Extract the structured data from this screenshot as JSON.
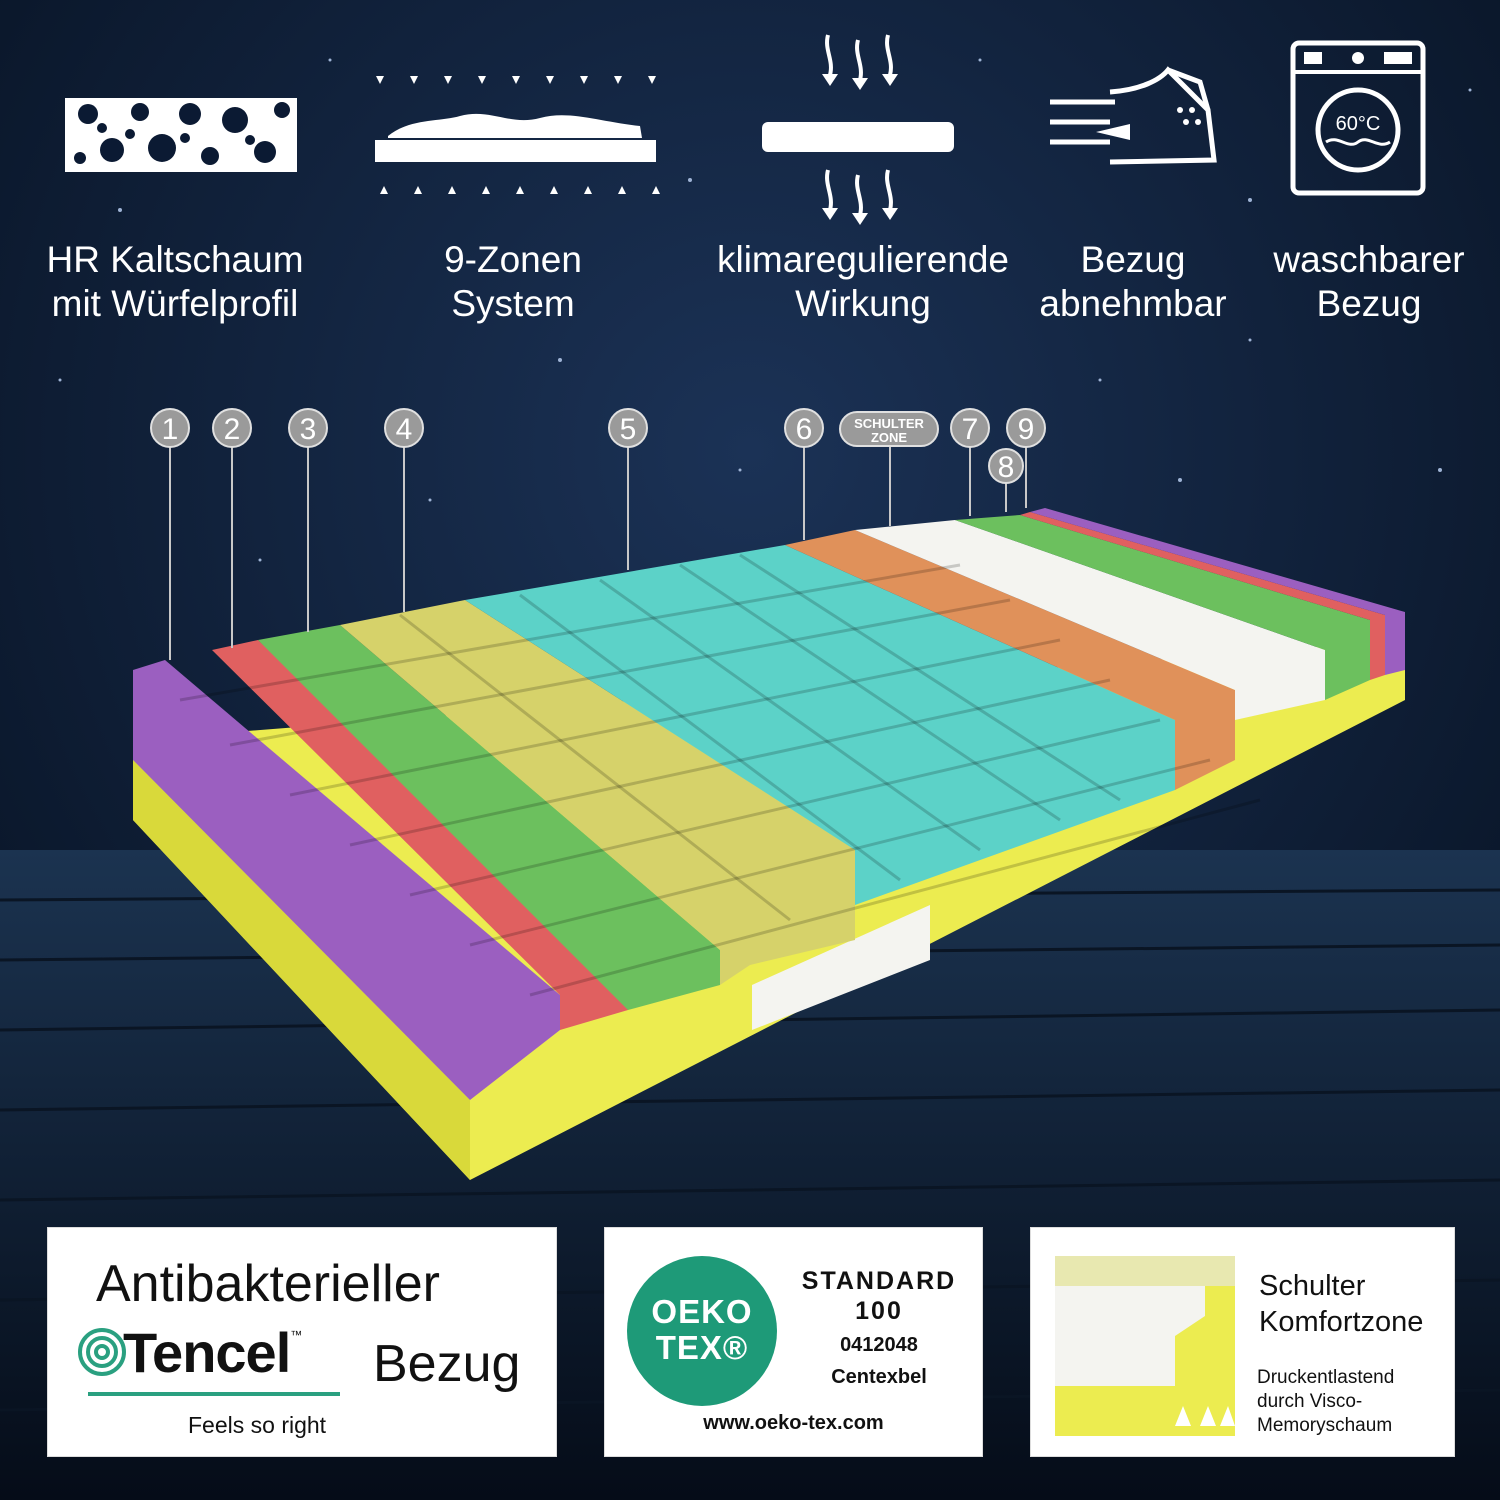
{
  "features": [
    {
      "icon": "foam-bubbles-icon",
      "label": [
        "HR Kaltschaum",
        "mit Würfelprofil"
      ]
    },
    {
      "icon": "body-zones-icon",
      "label": [
        "9-Zonen",
        "System"
      ]
    },
    {
      "icon": "airflow-icon",
      "label": [
        "klimaregulierende",
        "Wirkung"
      ]
    },
    {
      "icon": "removable-cover-icon",
      "label": [
        "Bezug",
        "abnehmbar"
      ]
    },
    {
      "icon": "washing-machine-icon",
      "label": [
        "waschbarer",
        "Bezug"
      ],
      "wash_temp": "60°C"
    }
  ],
  "zones": {
    "markers": [
      "1",
      "2",
      "3",
      "4",
      "5",
      "6",
      "7",
      "8",
      "9"
    ],
    "shoulder_label": [
      "SCHULTER",
      "ZONE"
    ],
    "colors": {
      "purple": "#9b5fc0",
      "red": "#e06060",
      "green": "#6cc05e",
      "yellow": "#d6d26a",
      "cyan": "#5cd2c8",
      "orange": "#e0915a",
      "white": "#f4f4f0",
      "base": "#ecec50"
    }
  },
  "badges": {
    "tencel": {
      "line1": "Antibakterieller",
      "brand": "Tencel",
      "tm": "™",
      "suffix": "Bezug",
      "tagline": "Feels so right"
    },
    "oeko": {
      "logo": [
        "OEKO",
        "TEX®"
      ],
      "standard": [
        "STANDARD",
        "100"
      ],
      "number": "0412048",
      "institute": "Centexbel",
      "url": "www.oeko-tex.com"
    },
    "shoulder": {
      "title": [
        "Schulter",
        "Komfortzone"
      ],
      "desc": [
        "Druckentlastend",
        "durch Visco-",
        "Memoryschaum"
      ]
    }
  }
}
